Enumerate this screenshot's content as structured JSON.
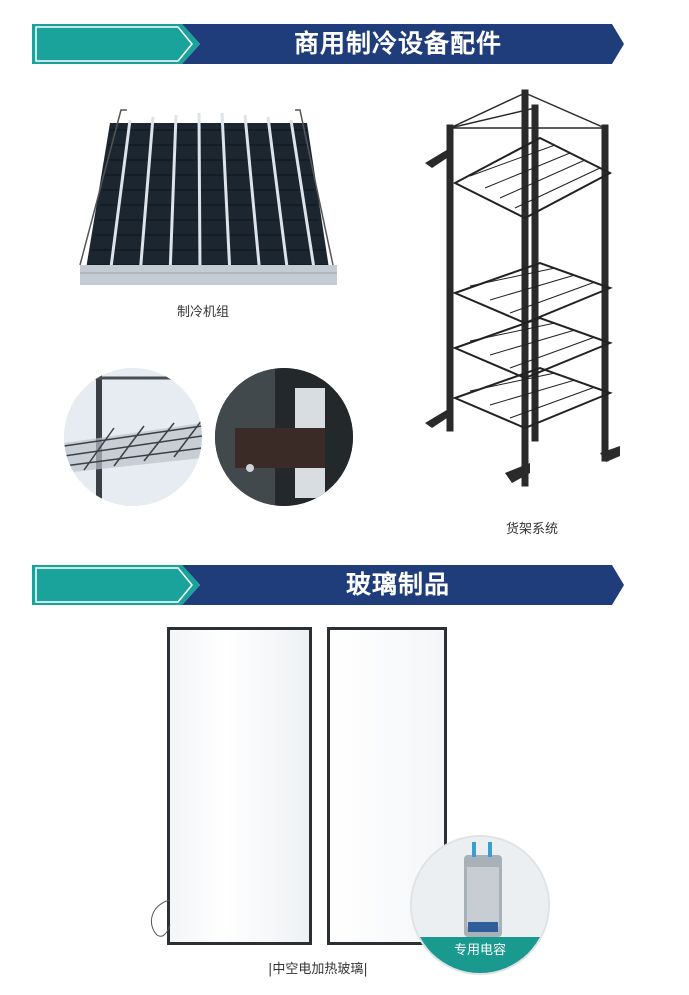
{
  "sections": [
    {
      "title": "商用制冷设备配件",
      "captions": {
        "refrigeration_unit": "制冷机组",
        "shelf_system": "货架系统"
      }
    },
    {
      "title": "玻璃制品",
      "captions": {
        "heated_glass": "|中空电加热玻璃|",
        "capacitor": "专用电容"
      }
    }
  ],
  "colors": {
    "banner_teal": "#1aa39a",
    "banner_navy": "#1f3d7a",
    "capacitor_badge": "#1a9a8f"
  }
}
